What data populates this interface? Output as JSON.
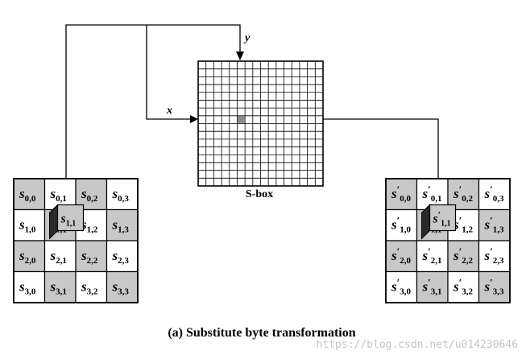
{
  "sbox": {
    "label": "S-box",
    "input_x_label": "x",
    "input_y_label": "y"
  },
  "state_in": {
    "base": "s",
    "cells": [
      [
        "0,0",
        "0,1",
        "0,2",
        "0,3"
      ],
      [
        "1,0",
        "1,1",
        "1,2",
        "1,3"
      ],
      [
        "2,0",
        "2,1",
        "2,2",
        "2,3"
      ],
      [
        "3,0",
        "3,1",
        "3,2",
        "3,3"
      ]
    ]
  },
  "state_out": {
    "base": "s",
    "prime": "′",
    "cells": [
      [
        "0,0",
        "0,1",
        "0,2",
        "0,3"
      ],
      [
        "1,0",
        "1,1",
        "1,2",
        "1,3"
      ],
      [
        "2,0",
        "2,1",
        "2,2",
        "2,3"
      ],
      [
        "3,0",
        "3,1",
        "3,2",
        "3,3"
      ]
    ]
  },
  "caption": "(a) Substitute byte transformation",
  "watermark": "https://blog.csdn.net/u014230646",
  "colors": {
    "shaded": "#c8c8c8",
    "line": "#000000",
    "highlight": "#8a8a8a"
  }
}
